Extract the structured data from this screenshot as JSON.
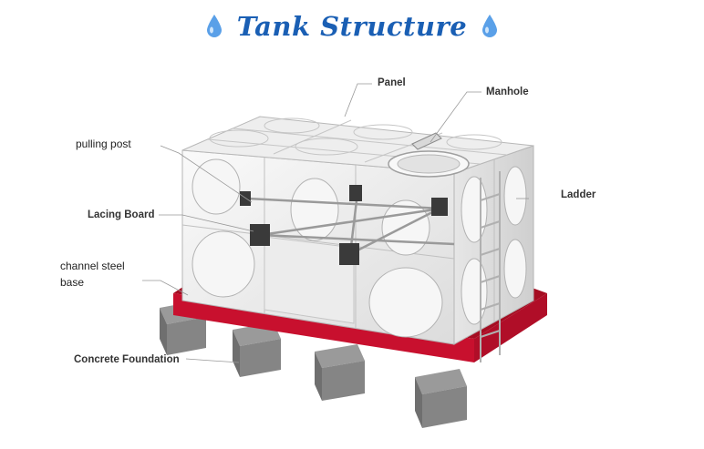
{
  "title": "Tank Structure",
  "icons": {
    "left": "water-drop-icon",
    "right": "water-drop-icon"
  },
  "colors": {
    "title": "#1a5fb4",
    "drop": "#5aa0e8",
    "base": "#c8102e",
    "foundation": "#7a7a7a",
    "panel": "#f2f2f2"
  },
  "labels": {
    "panel": "Panel",
    "manhole": "Manhole",
    "pulling_post": "pulling post",
    "ladder": "Ladder",
    "lacing_board": "Lacing Board",
    "channel_steel_line1": "channel steel",
    "channel_steel_line2": "base",
    "concrete_foundation": "Concrete Foundation"
  }
}
